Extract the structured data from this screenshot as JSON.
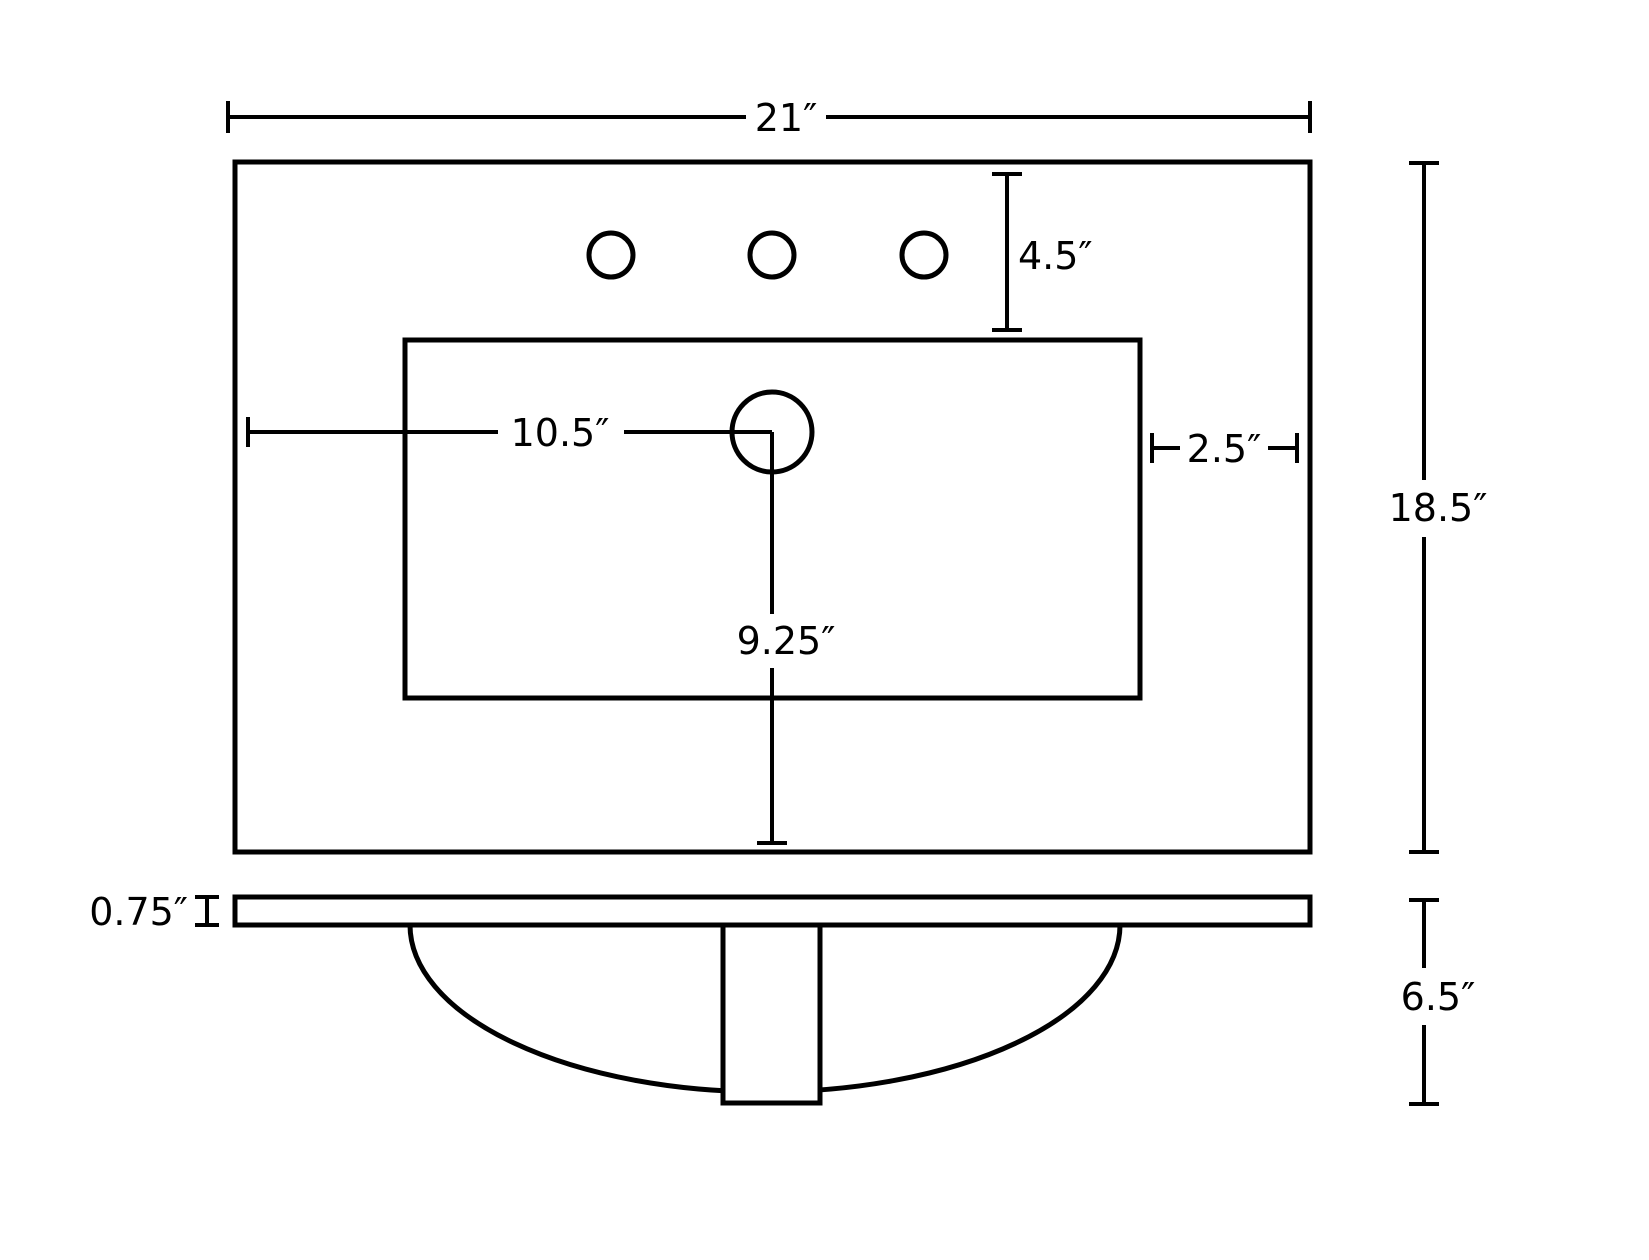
{
  "meta": {
    "type": "technical-dimension-drawing",
    "subject": "rectangular vanity-top sink, plan view and front section view",
    "line_color": "#000000",
    "background_color": "#ffffff",
    "faucet_holes": 3,
    "drain_holes": 1
  },
  "dimensions": {
    "overall_width": {
      "label": "21″",
      "value": 21
    },
    "overall_depth": {
      "label": "18.5″",
      "value": 18.5
    },
    "faucet_hole_setback": {
      "label": "4.5″",
      "value": 4.5
    },
    "drain_center_from_left": {
      "label": "10.5″",
      "value": 10.5
    },
    "basin_edge_clearance": {
      "label": "2.5″",
      "value": 2.5
    },
    "drain_center_from_front": {
      "label": "9.25″",
      "value": 9.25
    },
    "deck_thickness": {
      "label": "0.75″",
      "value": 0.75
    },
    "bowl_depth": {
      "label": "6.5″",
      "value": 6.5
    }
  }
}
